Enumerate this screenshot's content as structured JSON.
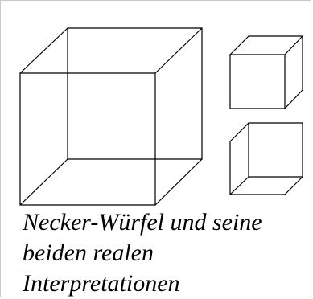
{
  "caption": {
    "line1": "Necker-Würfel und seine",
    "line2": "beiden realen",
    "line3": "Interpretationen"
  }
}
